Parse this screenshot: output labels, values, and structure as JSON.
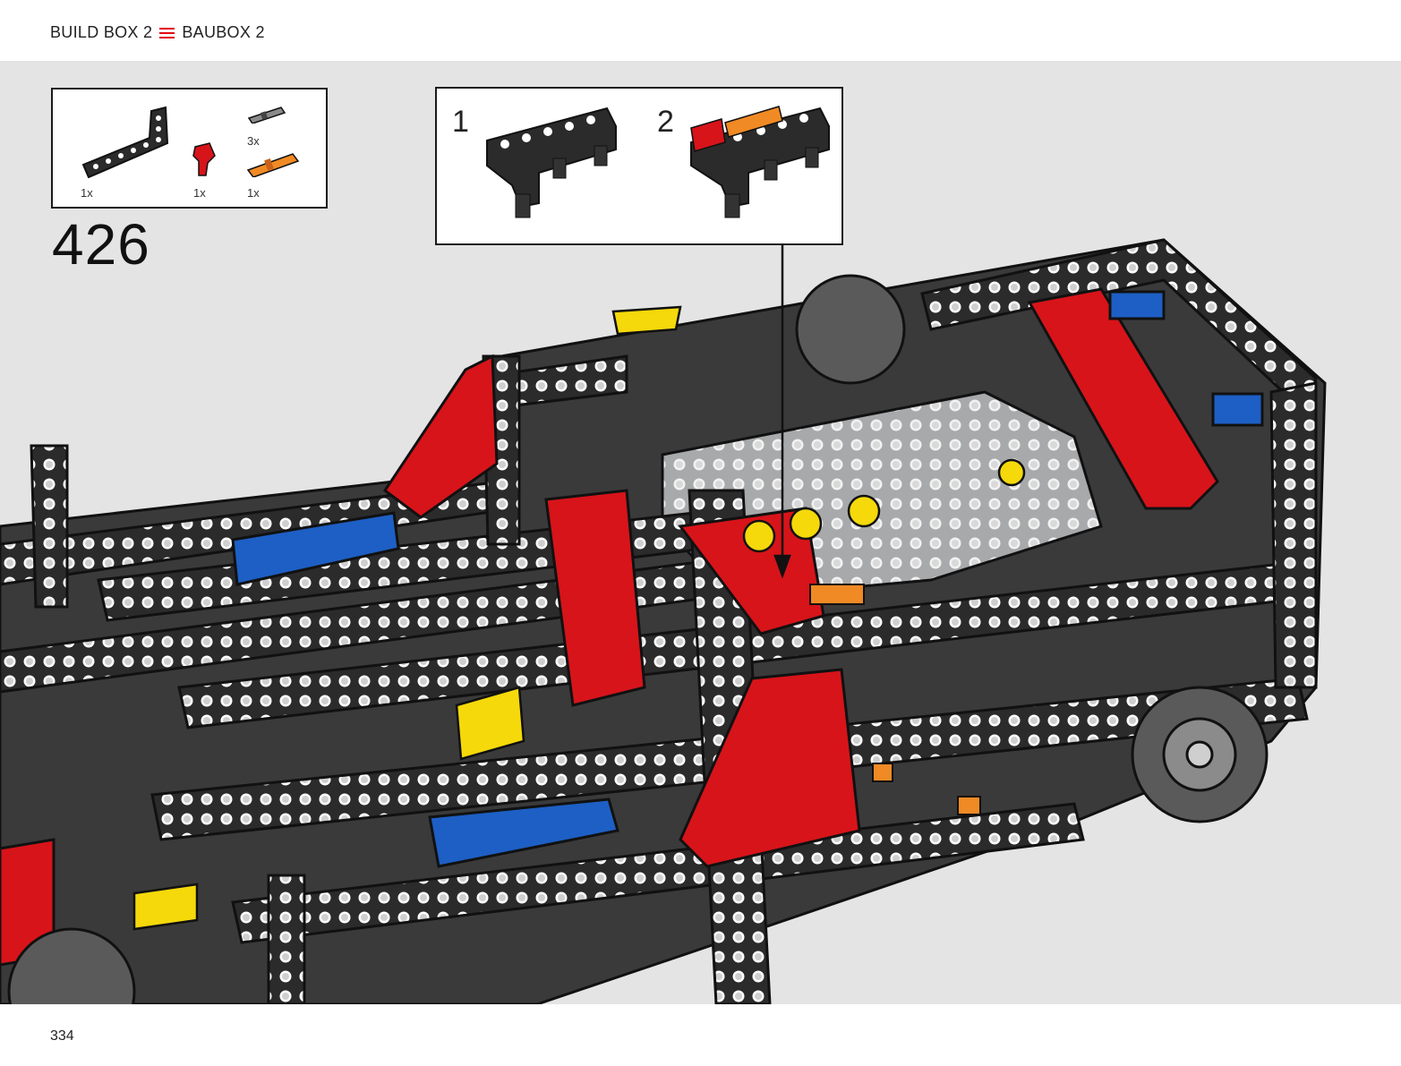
{
  "header": {
    "left_label": "BUILD BOX 2",
    "separator_icon": "three-line-menu-icon",
    "right_label": "BAUBOX 2",
    "accent_color": "#e3000b"
  },
  "parts_list": {
    "items": [
      {
        "name": "black L-shaped beam",
        "quantity": "1x"
      },
      {
        "name": "red pin connector",
        "quantity": "1x"
      },
      {
        "name": "gray axle pin",
        "quantity": "3x"
      },
      {
        "name": "orange axle pin",
        "quantity": "1x"
      }
    ]
  },
  "step": {
    "number": "426"
  },
  "subassembly": {
    "steps": [
      {
        "label": "1"
      },
      {
        "label": "2"
      }
    ]
  },
  "colors": {
    "background": "#e4e4e4",
    "beam_black": "#2b2b2b",
    "technic_red": "#d7141a",
    "technic_blue": "#1d5fc4",
    "technic_yellow": "#f5d90a",
    "technic_gray": "#a7a9ab",
    "technic_orange": "#f08a24"
  },
  "footer": {
    "page_number": "334"
  }
}
